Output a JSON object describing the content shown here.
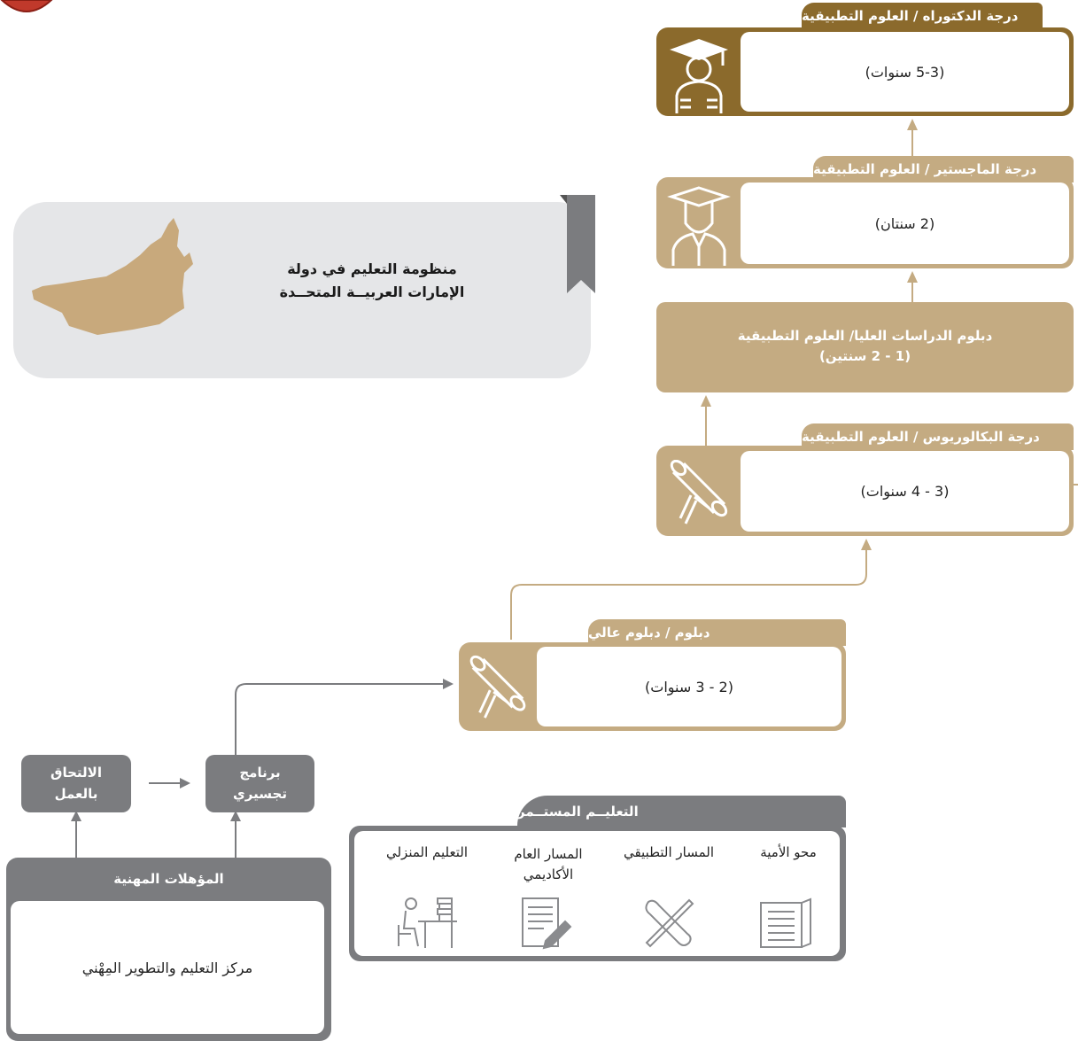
{
  "colors": {
    "brown": "#8b6a2c",
    "tan": "#c4ab82",
    "grey": "#7b7c7f",
    "panel": "#e5e6e8",
    "white": "#ffffff",
    "map": "#c8a97c"
  },
  "title": {
    "line1": "منظومة التعليم في دولة",
    "line2": "الإمارات العربيــة المتحــدة"
  },
  "doctorate": {
    "title": "درجة الدكتوراه / العلوم التطبيقية",
    "duration": "(5-3 سنوات)",
    "icon": "graduate-gown-icon"
  },
  "masters": {
    "title": "درجة الماجستير / العلوم التطبيقية",
    "duration": "(2 سنتان)",
    "icon": "graduate-icon"
  },
  "higher_diploma": {
    "line1": "دبلوم الدراسات العليا/ العلوم التطبيقية",
    "line2": "(1 - 2 سنتين)"
  },
  "bachelor": {
    "title": "درجة البكالوريوس / العلوم التطبيقية",
    "duration": "(3 - 4 سنوات)",
    "icon": "diploma-scroll-icon"
  },
  "diploma": {
    "title": "دبلوم /  دبلوم عالي",
    "duration": "(2 - 3 سنوات)",
    "icon": "diploma-scroll-icon"
  },
  "bridging": {
    "line1": "برنامج",
    "line2": "تجسيري"
  },
  "employment": {
    "line1": "الالتحاق",
    "line2": "بالعمل"
  },
  "vocational": {
    "title": "المؤهلات المهنية",
    "body": "مركز التعليم والتطوير المِهْني"
  },
  "continuing": {
    "title": "التعليــم المستــمر",
    "items": [
      {
        "label": "محو الأمية",
        "icon": "book-icon"
      },
      {
        "label": "المسار التطبيقي",
        "icon": "tools-icon"
      },
      {
        "label": "المسار العام الأكاديمي",
        "icon": "document-pen-icon"
      },
      {
        "label": "التعليم المنزلي",
        "icon": "home-study-icon"
      }
    ]
  }
}
